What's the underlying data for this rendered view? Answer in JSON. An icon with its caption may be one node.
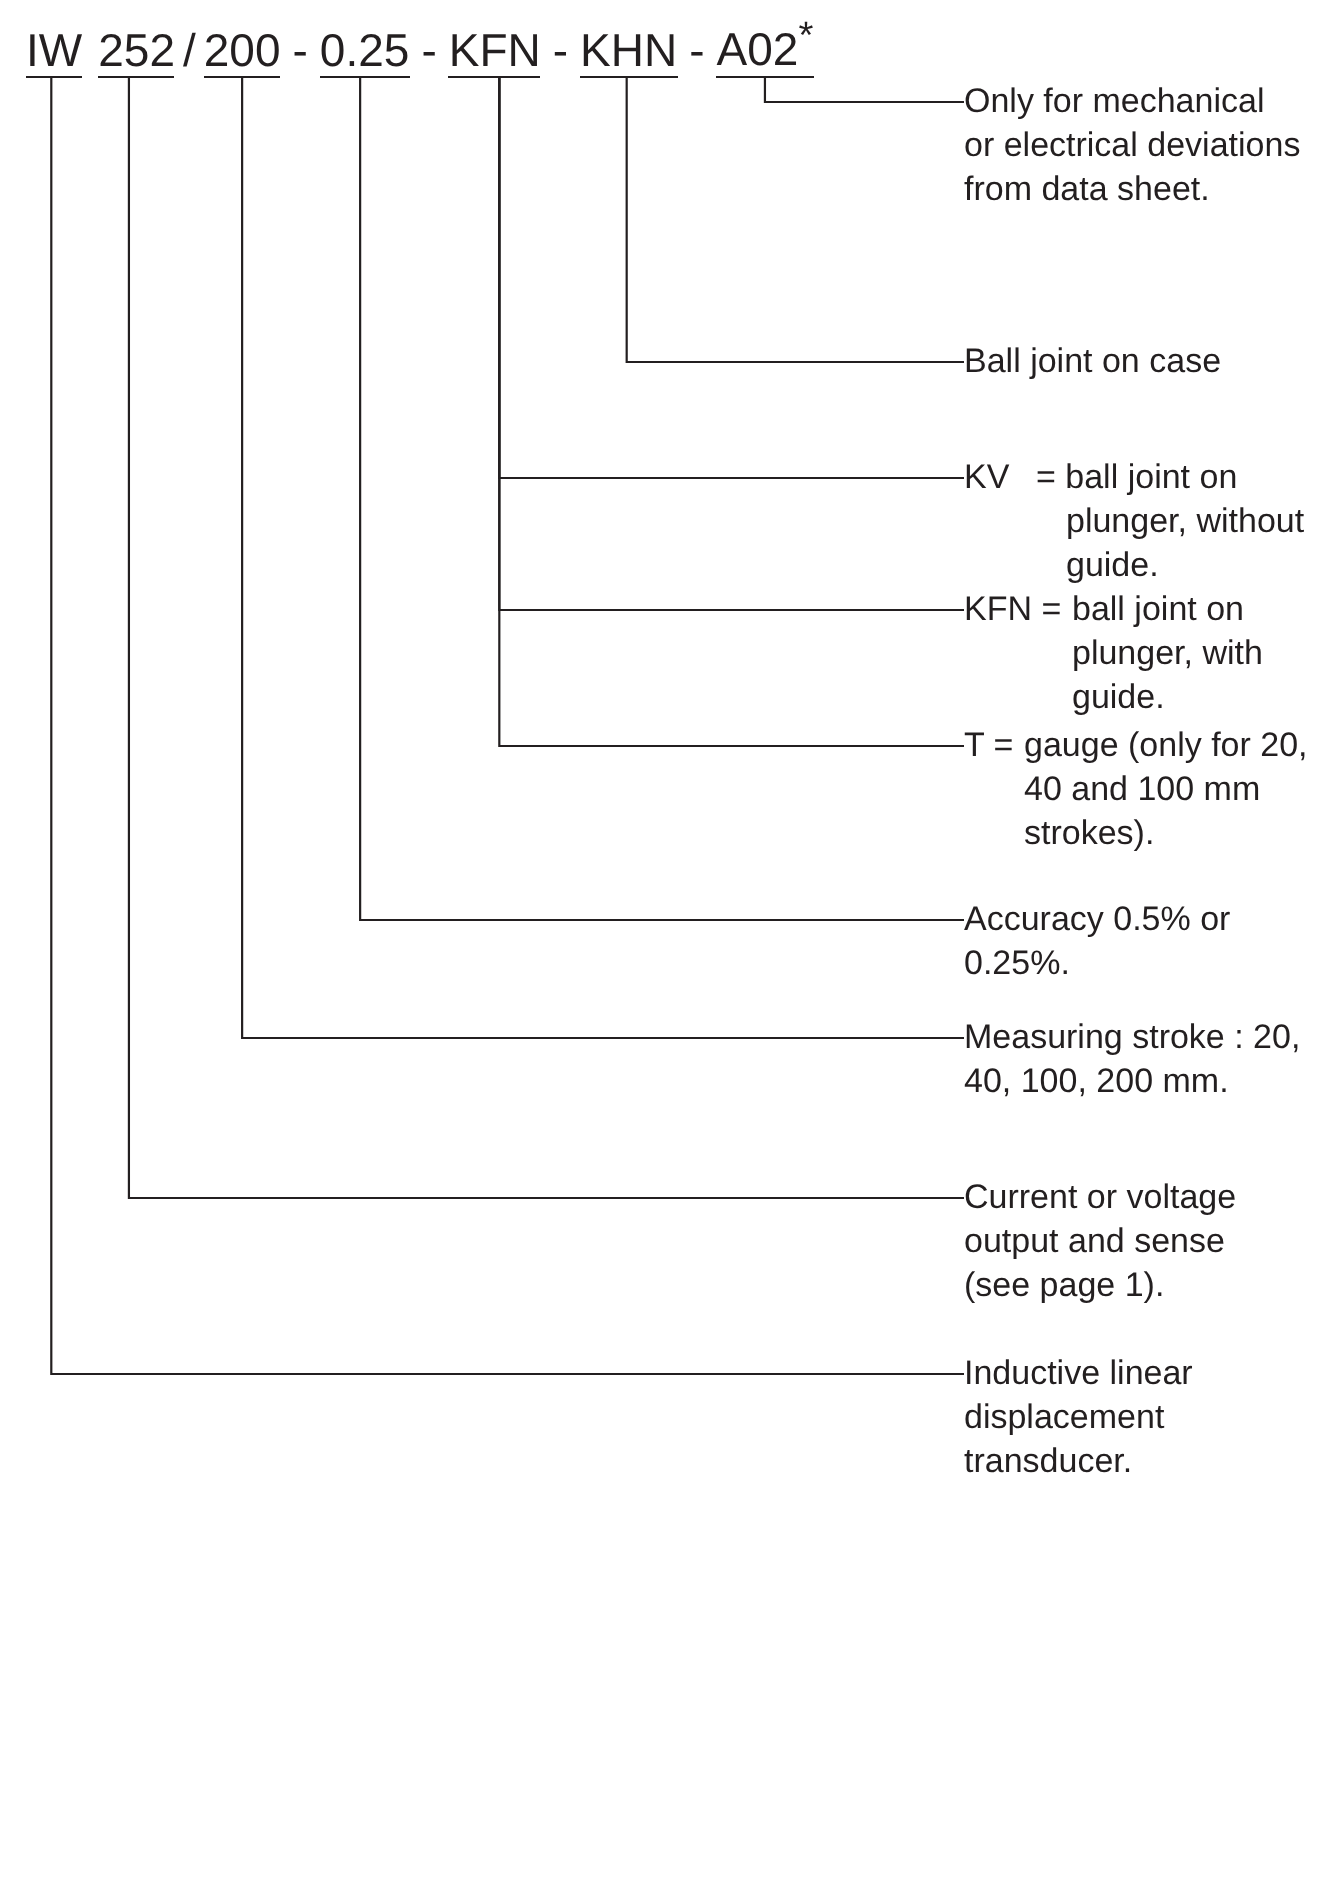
{
  "diagram": {
    "nodes": [
      {
        "text": [
          "IW"
        ]
      },
      {
        "text": [
          "252"
        ]
      },
      {
        "text": [
          "200"
        ]
      },
      {
        "text": [
          "0.25"
        ]
      },
      {
        "text": [
          "KFN"
        ]
      },
      {
        "text": [
          "KHN"
        ]
      },
      {
        "text": [
          "A02$^{*}$"
        ]
      },
      {
        "text": [
          "Only for mechanical or electrical deviations from data sheet."
        ]
      },
      {
        "text": [
          "Ball joint on case"
        ]
      },
      {
        "text": [
          "KV",
          "= ball joint on plunger, without guide."
        ]
      },
      {
        "text": [
          "KFN =",
          "ball joint on plunger, with guide."
        ]
      },
      {
        "text": [
          "T =",
          "gauge (only for 20, 40 and 100 mm strokes)."
        ]
      },
      {
        "text": [
          "Accuracy 0.5% or 0.25%."
        ]
      },
      {
        "text": [
          "Measuring stroke : 20, 40, 100, 200 mm."
        ]
      },
      {
        "text": [
          "Current or voltage output and sense (see page 1)."
        ]
      },
      {
        "text": [
          "Inductive linear displacement transducer."
        ]
      }
    ],
    "edges": [
      {
        "from": 6,
        "to": 7,
        "arrow": "none"
      },
      {
        "from": 5,
        "to": 8,
        "arrow": "none"
      },
      {
        "from": 4,
        "to": 9,
        "arrow": "none"
      },
      {
        "from": 4,
        "to": 10,
        "arrow": "none"
      },
      {
        "from": 4,
        "to": 11,
        "arrow": "none"
      },
      {
        "from": 3,
        "to": 12,
        "arrow": "none"
      },
      {
        "from": 2,
        "to": 13,
        "arrow": "none"
      },
      {
        "from": 1,
        "to": 14,
        "arrow": "none"
      },
      {
        "from": 0,
        "to": 15,
        "arrow": "none"
      }
    ],
    "labels": [
      "/",
      "-",
      "-",
      "-",
      "-"
    ]
  }
}
